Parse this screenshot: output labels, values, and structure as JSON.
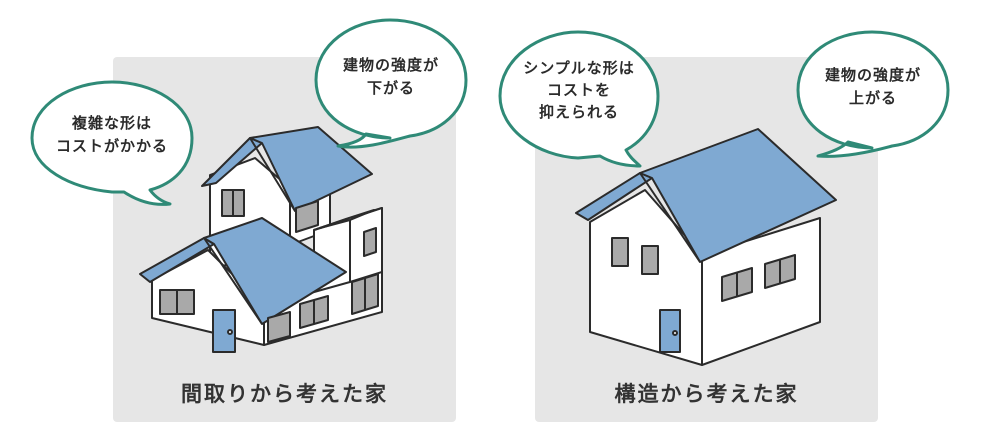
{
  "colors": {
    "panel": "#e6e6e6",
    "roof": "#7fa9d2",
    "wall": "#ffffff",
    "window": "#a9a9a9",
    "door": "#7fa9d2",
    "bubble_stroke": "#2f8a77",
    "outline": "#2b2b2b"
  },
  "left_panel": {
    "caption": "間取りから考えた家",
    "bubble_cost": {
      "line1": "複雑な形は",
      "line2": "コストがかかる"
    },
    "bubble_strength": {
      "line1": "建物の強度が",
      "line2": "下がる"
    }
  },
  "right_panel": {
    "caption": "構造から考えた家",
    "bubble_cost": {
      "line1": "シンプルな形は",
      "line2": "コストを",
      "line3": "抑えられる"
    },
    "bubble_strength": {
      "line1": "建物の強度が",
      "line2": "上がる"
    }
  }
}
